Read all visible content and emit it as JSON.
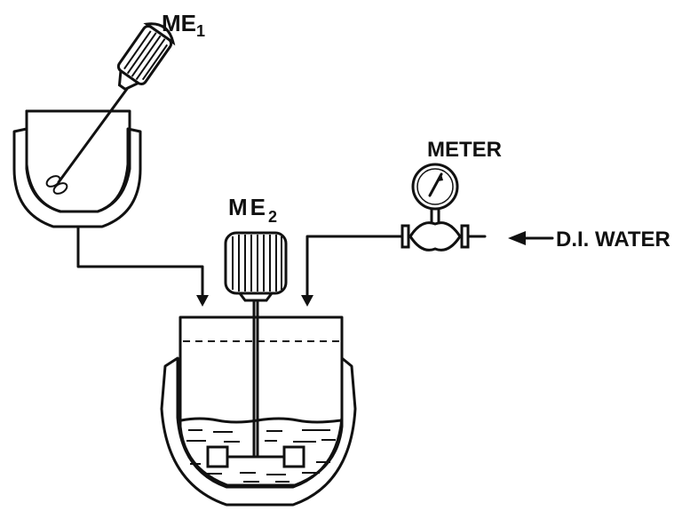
{
  "labels": {
    "mixer1": "ME",
    "mixer1_sub": "1",
    "mixer2": "ME",
    "mixer2_sub": "2",
    "meter": "METER",
    "water": "D.I. WATER"
  },
  "colors": {
    "ink": "#111111",
    "background": "#ffffff"
  }
}
